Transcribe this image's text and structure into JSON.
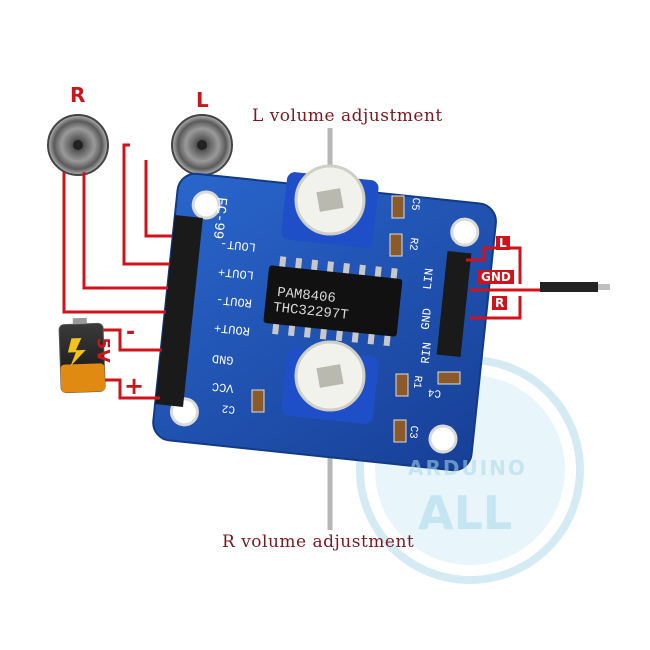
{
  "speakers": {
    "right_label": "R",
    "left_label": "L"
  },
  "captions": {
    "left_volume": "L volume adjustment",
    "right_volume": "R volume adjustment"
  },
  "board": {
    "model": "FC-99",
    "chip_line1": "PAM8406",
    "chip_line2": "THC32297T",
    "left_pins": [
      "LOUT-",
      "LOUT+",
      "ROUT-",
      "ROUT+",
      "GND",
      "VCC"
    ],
    "right_pins": [
      "LIN",
      "GND",
      "RIN"
    ],
    "components": [
      "C5",
      "R2",
      "R1",
      "C4",
      "C3",
      "C2"
    ]
  },
  "audio_input": {
    "labels": [
      "L",
      "GND",
      "R"
    ]
  },
  "battery": {
    "voltage": "5V",
    "minus": "-",
    "plus": "+"
  },
  "watermark": {
    "line1": "ARDUINO",
    "line2": "ALL"
  },
  "colors": {
    "pcb": "#1f55b5",
    "wire": "#d0121b",
    "potentiometer": "#1e4fc8",
    "label_red": "#c8161d"
  }
}
